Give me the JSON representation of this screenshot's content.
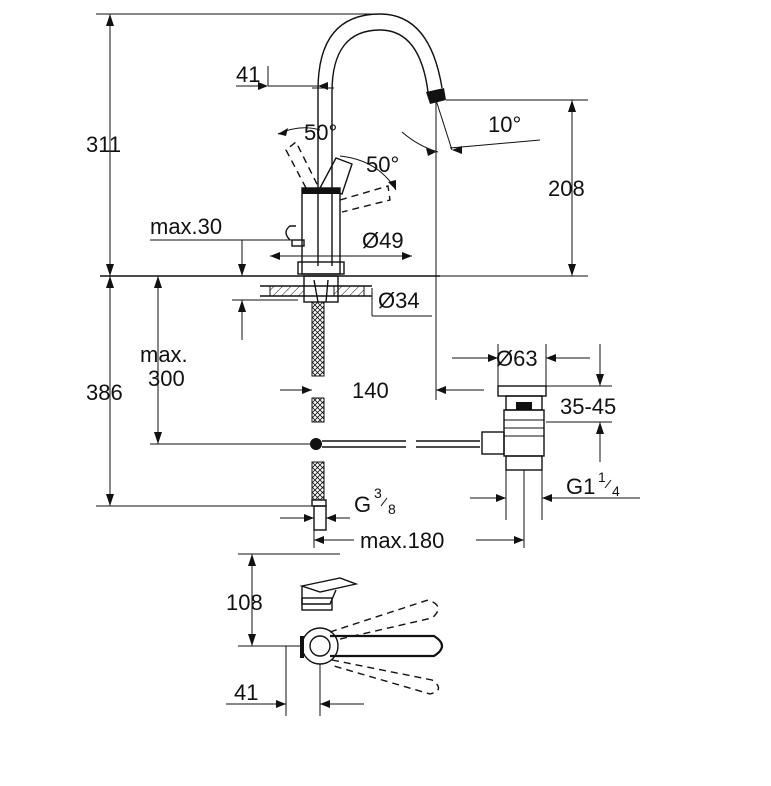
{
  "dimensions": {
    "total_height": "311",
    "spout_height": "208",
    "spout_offset": "41",
    "spout_angle": "10°",
    "lever_angle_1": "50°",
    "lever_angle_2": "50°",
    "max_thickness": "max.30",
    "base_diameter": "Ø49",
    "hole_diameter": "Ø34",
    "below_height": "386",
    "max_hose_label_1": "max.",
    "max_hose_label_2": "300",
    "projection": "140",
    "waste_diameter": "Ø63",
    "waste_range": "35-45",
    "waste_thread_main": "G1",
    "waste_thread_num": "1",
    "waste_thread_den": "4",
    "hose_thread_main": "G",
    "hose_thread_num": "3",
    "hose_thread_den": "8",
    "max_width": "max.180",
    "lever_height": "108",
    "lever_offset": "41"
  }
}
